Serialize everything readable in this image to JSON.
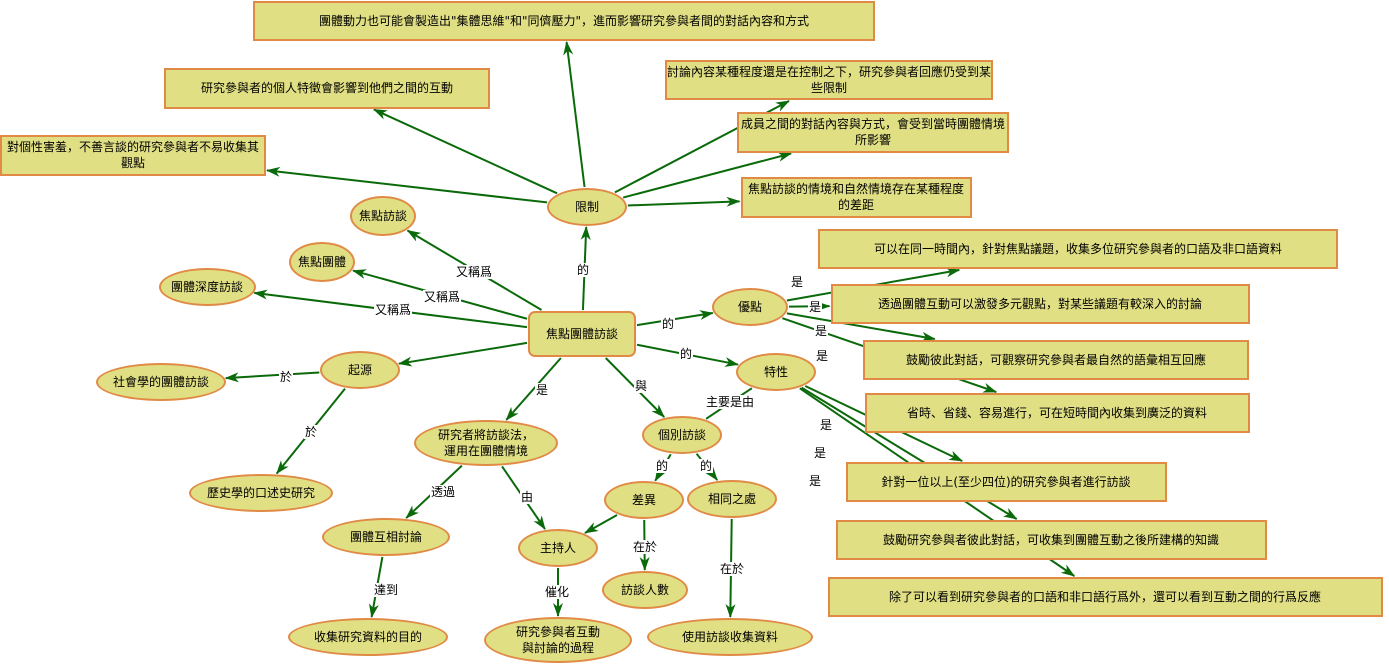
{
  "colors": {
    "node_fill": "#e0df84",
    "node_border": "#e08a45",
    "edge": "#0a6a0a"
  },
  "nodes": {
    "center": "焦點團體訪談",
    "limit": "限制",
    "top": "團體動力也可能會製造出\"集體思維\"和\"同儕壓力\"，進而影響研究參與者間的對話內容和方式",
    "lim1": "研究參與者的個人特徵會影響到他們之間的互動",
    "lim2": "對個性害羞，不善言談的研究參與者不易收集其觀點",
    "lim3": "討論內容某種程度還是在控制之下，研究參與者回應仍受到某些限制",
    "lim4": "成員之間的對話內容與方式，會受到當時團體情境所影響",
    "lim5": "焦點訪談的情境和自然情境存在某種程度的差距",
    "alias1": "焦點訪談",
    "alias2": "焦點團體",
    "alias3": "團體深度訪談",
    "origin": "起源",
    "sociology": "社會學的團體訪談",
    "history": "歷史學的口述史研究",
    "apply": "研究者將訪談法，\n運用在團體情境",
    "discuss": "團體互相討論",
    "moderator": "主持人",
    "purpose": "收集研究資料的目的",
    "process": "研究參與者互動\n與討論的過程",
    "individual": "個別訪談",
    "diff": "差異",
    "same": "相同之處",
    "count": "訪談人數",
    "usage": "使用訪談收集資料",
    "merit": "優點",
    "feature": "特性",
    "m1": "可以在同一時間內，針對焦點議題，收集多位研究參與者的口語及非口語資料",
    "m2": "透過團體互動可以激發多元觀點，對某些議題有較深入的討論",
    "m3": "鼓勵彼此對話，可觀察研究參與者最自然的語彙相互回應",
    "m4": "省時、省錢、容易進行，可在短時間內收集到廣泛的資料",
    "f1": "針對一位以上(至少四位)的研究參與者進行訪談",
    "f2": "鼓勵研究參與者彼此對話，可收集到團體互動之後所建構的知識",
    "f3": "除了可以看到研究參與者的口語和非口語行爲外，還可以看到互動之間的行爲反應"
  },
  "edges": [
    {
      "from": "center",
      "to": "limit",
      "label": "的"
    },
    {
      "from": "limit",
      "to": "top",
      "label": ""
    },
    {
      "from": "limit",
      "to": "lim1",
      "label": ""
    },
    {
      "from": "limit",
      "to": "lim2",
      "label": ""
    },
    {
      "from": "limit",
      "to": "lim3",
      "label": ""
    },
    {
      "from": "limit",
      "to": "lim4",
      "label": ""
    },
    {
      "from": "limit",
      "to": "lim5",
      "label": ""
    },
    {
      "from": "center",
      "to": "alias1",
      "label": "又稱爲"
    },
    {
      "from": "center",
      "to": "alias2",
      "label": "又稱爲"
    },
    {
      "from": "center",
      "to": "alias3",
      "label": "又稱爲"
    },
    {
      "from": "center",
      "to": "origin",
      "label": ""
    },
    {
      "from": "origin",
      "to": "sociology",
      "label": "於"
    },
    {
      "from": "origin",
      "to": "history",
      "label": "於"
    },
    {
      "from": "center",
      "to": "apply",
      "label": "是"
    },
    {
      "from": "apply",
      "to": "discuss",
      "label": "透過"
    },
    {
      "from": "apply",
      "to": "moderator",
      "label": "由"
    },
    {
      "from": "discuss",
      "to": "purpose",
      "label": "達到"
    },
    {
      "from": "moderator",
      "to": "process",
      "label": "催化"
    },
    {
      "from": "center",
      "to": "individual",
      "label": "與"
    },
    {
      "from": "feature",
      "to": "individual",
      "label": "主要是由"
    },
    {
      "from": "individual",
      "to": "diff",
      "label": "的"
    },
    {
      "from": "individual",
      "to": "same",
      "label": "的"
    },
    {
      "from": "diff",
      "to": "moderator",
      "label": ""
    },
    {
      "from": "diff",
      "to": "count",
      "label": "在於"
    },
    {
      "from": "same",
      "to": "usage",
      "label": "在於"
    },
    {
      "from": "center",
      "to": "merit",
      "label": "的"
    },
    {
      "from": "center",
      "to": "feature",
      "label": "的"
    },
    {
      "from": "merit",
      "to": "m1",
      "label": "是"
    },
    {
      "from": "merit",
      "to": "m2",
      "label": "是"
    },
    {
      "from": "merit",
      "to": "m3",
      "label": "是"
    },
    {
      "from": "merit",
      "to": "m4",
      "label": "是"
    },
    {
      "from": "feature",
      "to": "f1",
      "label": "是"
    },
    {
      "from": "feature",
      "to": "f2",
      "label": "是"
    },
    {
      "from": "feature",
      "to": "f3",
      "label": "是"
    }
  ]
}
